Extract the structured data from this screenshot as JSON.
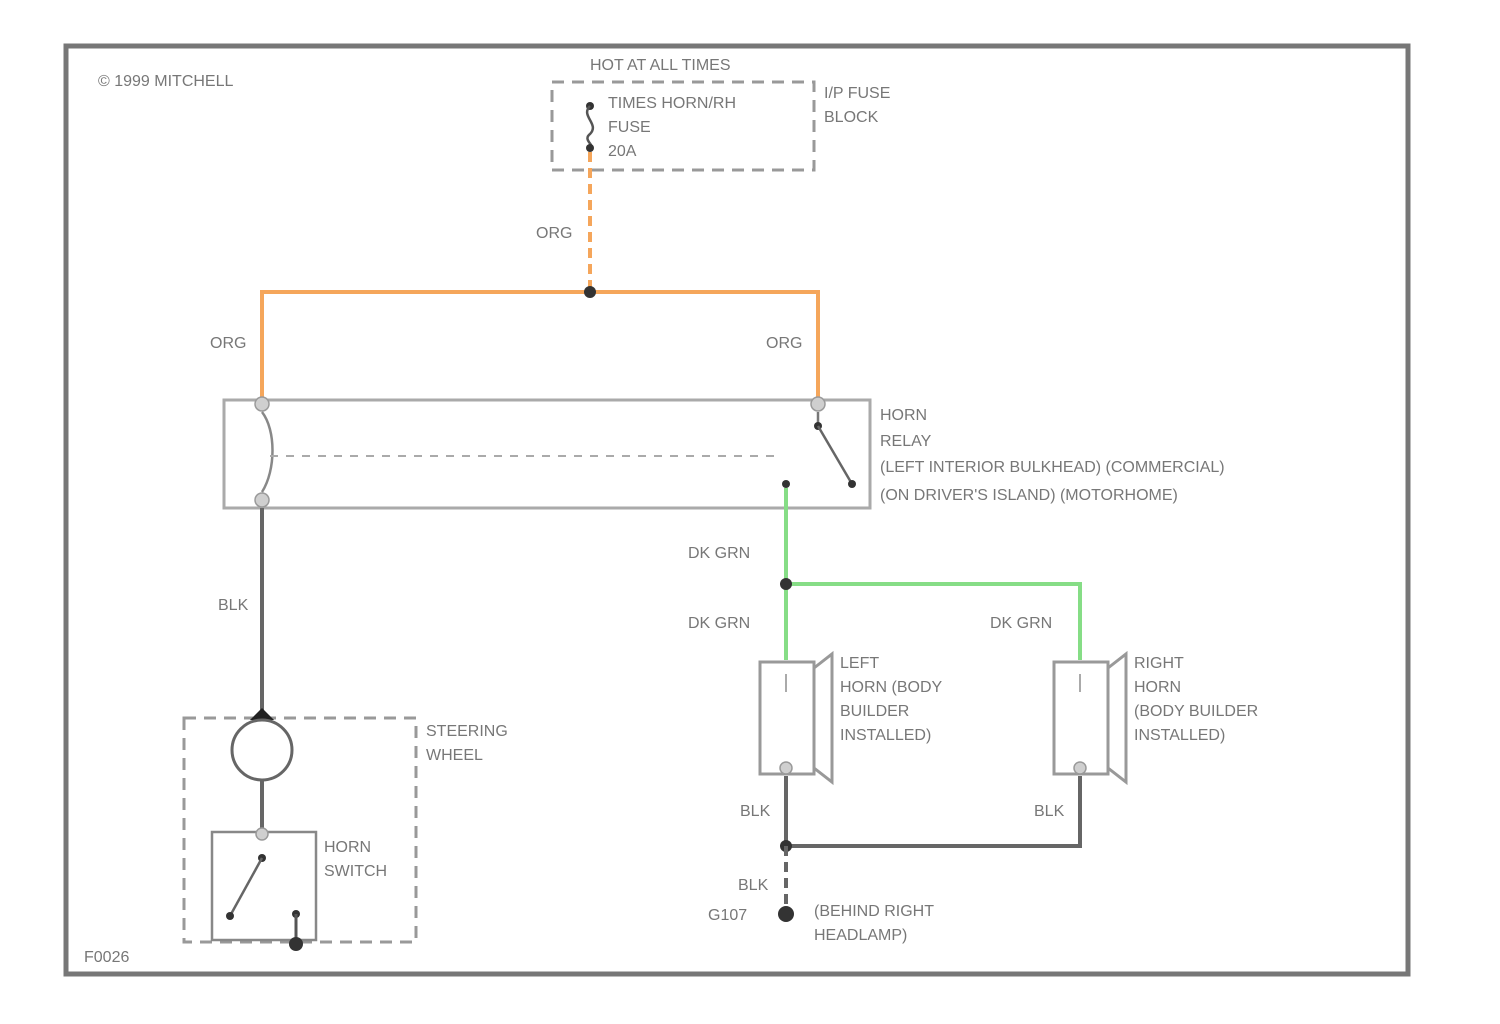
{
  "copyright": "© 1999 MITCHELL",
  "figure_id": "F0026",
  "power": {
    "label": "HOT AT ALL TIMES",
    "fuse_lines": [
      "TIMES HORN/RH",
      "FUSE",
      "20A"
    ],
    "block_lines": [
      "I/P FUSE",
      "BLOCK"
    ]
  },
  "wires": {
    "org_main": "ORG",
    "org_left": "ORG",
    "org_right": "ORG",
    "blk_relay": "BLK",
    "grn_relay": "DK GRN",
    "grn_left": "DK GRN",
    "grn_right": "DK GRN",
    "blk_left_horn": "BLK",
    "blk_right_horn": "BLK",
    "blk_ground": "BLK"
  },
  "relay": {
    "lines": [
      "HORN",
      "RELAY",
      "(LEFT INTERIOR BULKHEAD) (COMMERCIAL)",
      "(ON DRIVER'S ISLAND) (MOTORHOME)"
    ]
  },
  "left_horn": {
    "lines": [
      "LEFT",
      "HORN (BODY",
      "BUILDER",
      "INSTALLED)"
    ]
  },
  "right_horn": {
    "lines": [
      "RIGHT",
      "HORN",
      "(BODY BUILDER",
      "INSTALLED)"
    ]
  },
  "steering_wheel": {
    "lines": [
      "STEERING",
      "WHEEL"
    ]
  },
  "horn_switch": {
    "lines": [
      "HORN",
      "SWITCH"
    ]
  },
  "ground": {
    "id": "G107",
    "lines": [
      "(BEHIND RIGHT",
      "HEADLAMP)"
    ]
  },
  "colors": {
    "org": "#f5a65b",
    "dk_grn": "#86dd86",
    "blk": "#666666",
    "border": "#777777"
  }
}
